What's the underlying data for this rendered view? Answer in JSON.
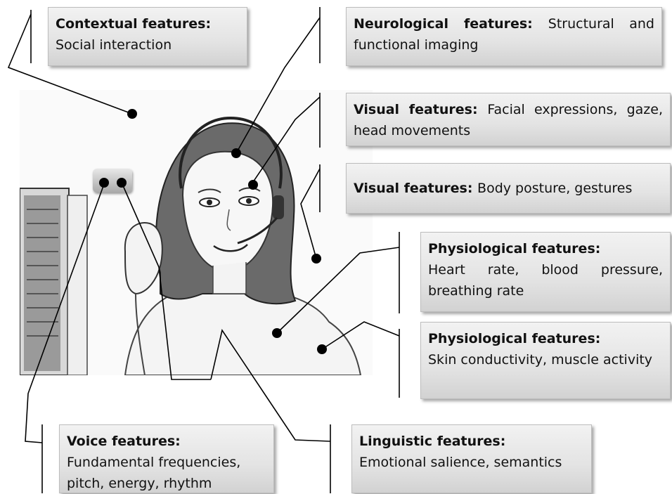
{
  "boxes": {
    "contextual": {
      "title": "Contextual features:",
      "text": "Social interaction"
    },
    "neurological": {
      "title": "Neurological features:",
      "text": "Structural and functional imaging"
    },
    "visual_face": {
      "title": "Visual features:",
      "text": "Facial expressions, gaze, head movements"
    },
    "visual_body": {
      "title": "Visual features:",
      "text": "Body posture, gestures"
    },
    "physio_heart": {
      "title": "Physiological features:",
      "text": "Heart rate, blood pressure, breathing rate"
    },
    "physio_skin": {
      "title": "Physiological features:",
      "text": "Skin conductivity, muscle activity"
    },
    "voice": {
      "title": "Voice features:",
      "text": "Fundamental frequencies, pitch, energy, rhythm"
    },
    "linguistic": {
      "title": "Linguistic features:",
      "text": "Emotional salience, semantics"
    }
  },
  "colors": {
    "box_top": "#f2f2f2",
    "box_bottom": "#d2d2d2",
    "line": "#000000",
    "dot": "#000000"
  }
}
